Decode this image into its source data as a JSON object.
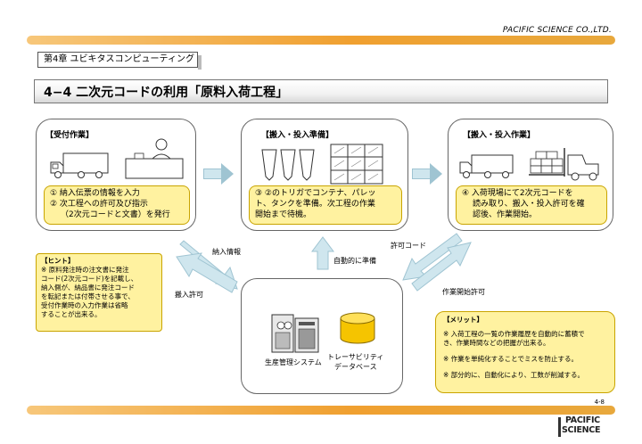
{
  "header": {
    "company": "PACIFIC SCIENCE CO.,LTD.",
    "chapter": "第4章 ユビキタスコンピューティング",
    "title": "4−4  二次元コードの利用「原料入荷工程」"
  },
  "panels": {
    "reception": {
      "title": "【受付作業】",
      "lines": [
        "① 納入伝票の情報を入力",
        "② 次工程への許可及び指示",
        "（2次元コードと文書）を発行"
      ]
    },
    "preparation": {
      "title": "【搬入・投入準備】",
      "lines": [
        "③ ②のトリガでコンテナ、パレッ",
        "ト、タンクを準備。次工程の作業",
        "開始まで待機。"
      ]
    },
    "delivery": {
      "title": "【搬入・投入作業】",
      "lines": [
        "④ 入荷現場にて2次元コードを",
        "読み取り、搬入・投入許可を確",
        "認後、作業開始。"
      ]
    }
  },
  "arrows": {
    "delivery_info": "納入情報",
    "auto_prep": "自動的に準備",
    "permit_code": "許可コード",
    "delivery_permit": "搬入許可",
    "work_start_permit": "作業開始許可"
  },
  "systems": {
    "production": "生産管理システム",
    "traceability_1": "トレーサビリティ",
    "traceability_2": "データベース"
  },
  "hint": {
    "title": "【ヒント】",
    "lines": [
      "※ 原料発注時の注文書に発注",
      "コード(2次元コード)を記載し、",
      "納入側が、納品書に発注コード",
      "を転記または付帯させる事で、",
      "受付作業時の入力作業は省略",
      "することが出来る。"
    ]
  },
  "merit": {
    "title": "【メリット】",
    "items": [
      "※ 入荷工程の一覧の作業履歴を自動的に蓄積で",
      "き、作業時間などの把握が出来る。",
      "※ 作業を単純化することでミスを防止する。",
      "※ 部分的に、自動化により、工数が削減する。"
    ]
  },
  "footer": {
    "page": "4-8",
    "logo_line1": "PACIFIC",
    "logo_line2": "SCIENCE"
  },
  "colors": {
    "bar_orange": "#f0a030",
    "note_yellow": "#fff2a0",
    "arrow_blue": "#cfe6ee",
    "cylinder_yellow": "#f5c400"
  }
}
